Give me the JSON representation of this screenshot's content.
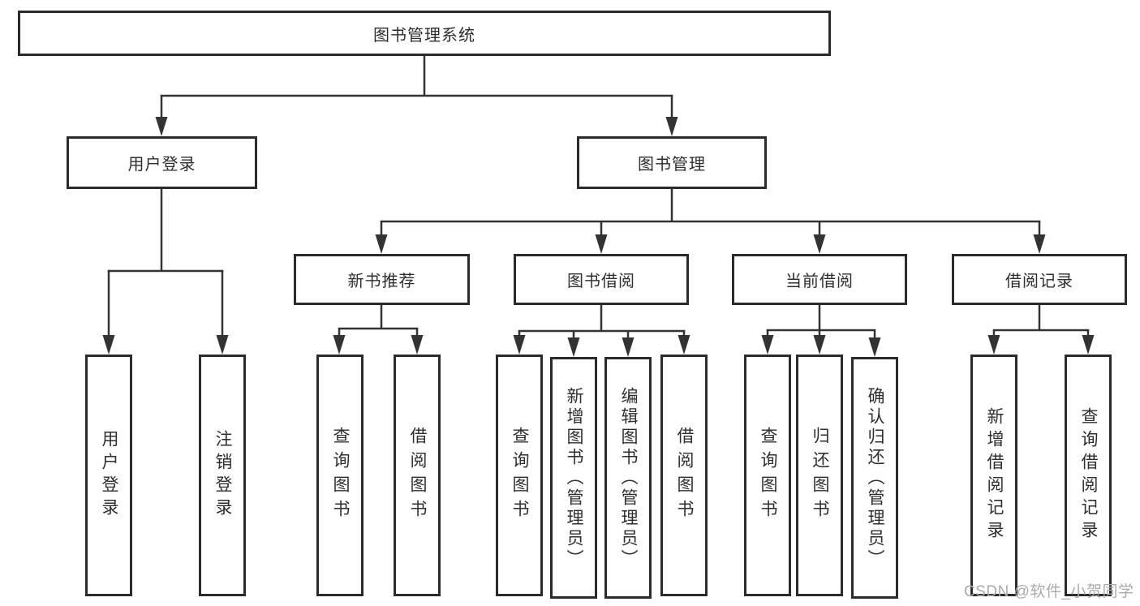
{
  "diagram_title": "图书管理系统",
  "tree": {
    "root": {
      "label": "图书管理系统"
    },
    "branches": [
      {
        "label": "用户登录",
        "children": [
          {
            "label": "用户登录"
          },
          {
            "label": "注销登录"
          }
        ]
      },
      {
        "label": "图书管理",
        "children": [
          {
            "label": "新书推荐",
            "children": [
              {
                "label": "查询图书"
              },
              {
                "label": "借阅图书"
              }
            ]
          },
          {
            "label": "图书借阅",
            "children": [
              {
                "label": "查询图书"
              },
              {
                "label": "新增图书（管理员）"
              },
              {
                "label": "编辑图书（管理员）"
              },
              {
                "label": "借阅图书"
              }
            ]
          },
          {
            "label": "当前借阅",
            "children": [
              {
                "label": "查询图书"
              },
              {
                "label": "归还图书"
              },
              {
                "label": "确认归还（管理员）"
              }
            ]
          },
          {
            "label": "借阅记录",
            "children": [
              {
                "label": "新增借阅记录"
              },
              {
                "label": "查询借阅记录"
              }
            ]
          }
        ]
      }
    ]
  },
  "watermark": {
    "text": "CSDN @软件_小贺同学"
  },
  "colors": {
    "line": "#333333",
    "box_border": "#2b2b2b",
    "text": "#2e2e2e",
    "watermark": "#ababab",
    "background": "#ffffff"
  }
}
